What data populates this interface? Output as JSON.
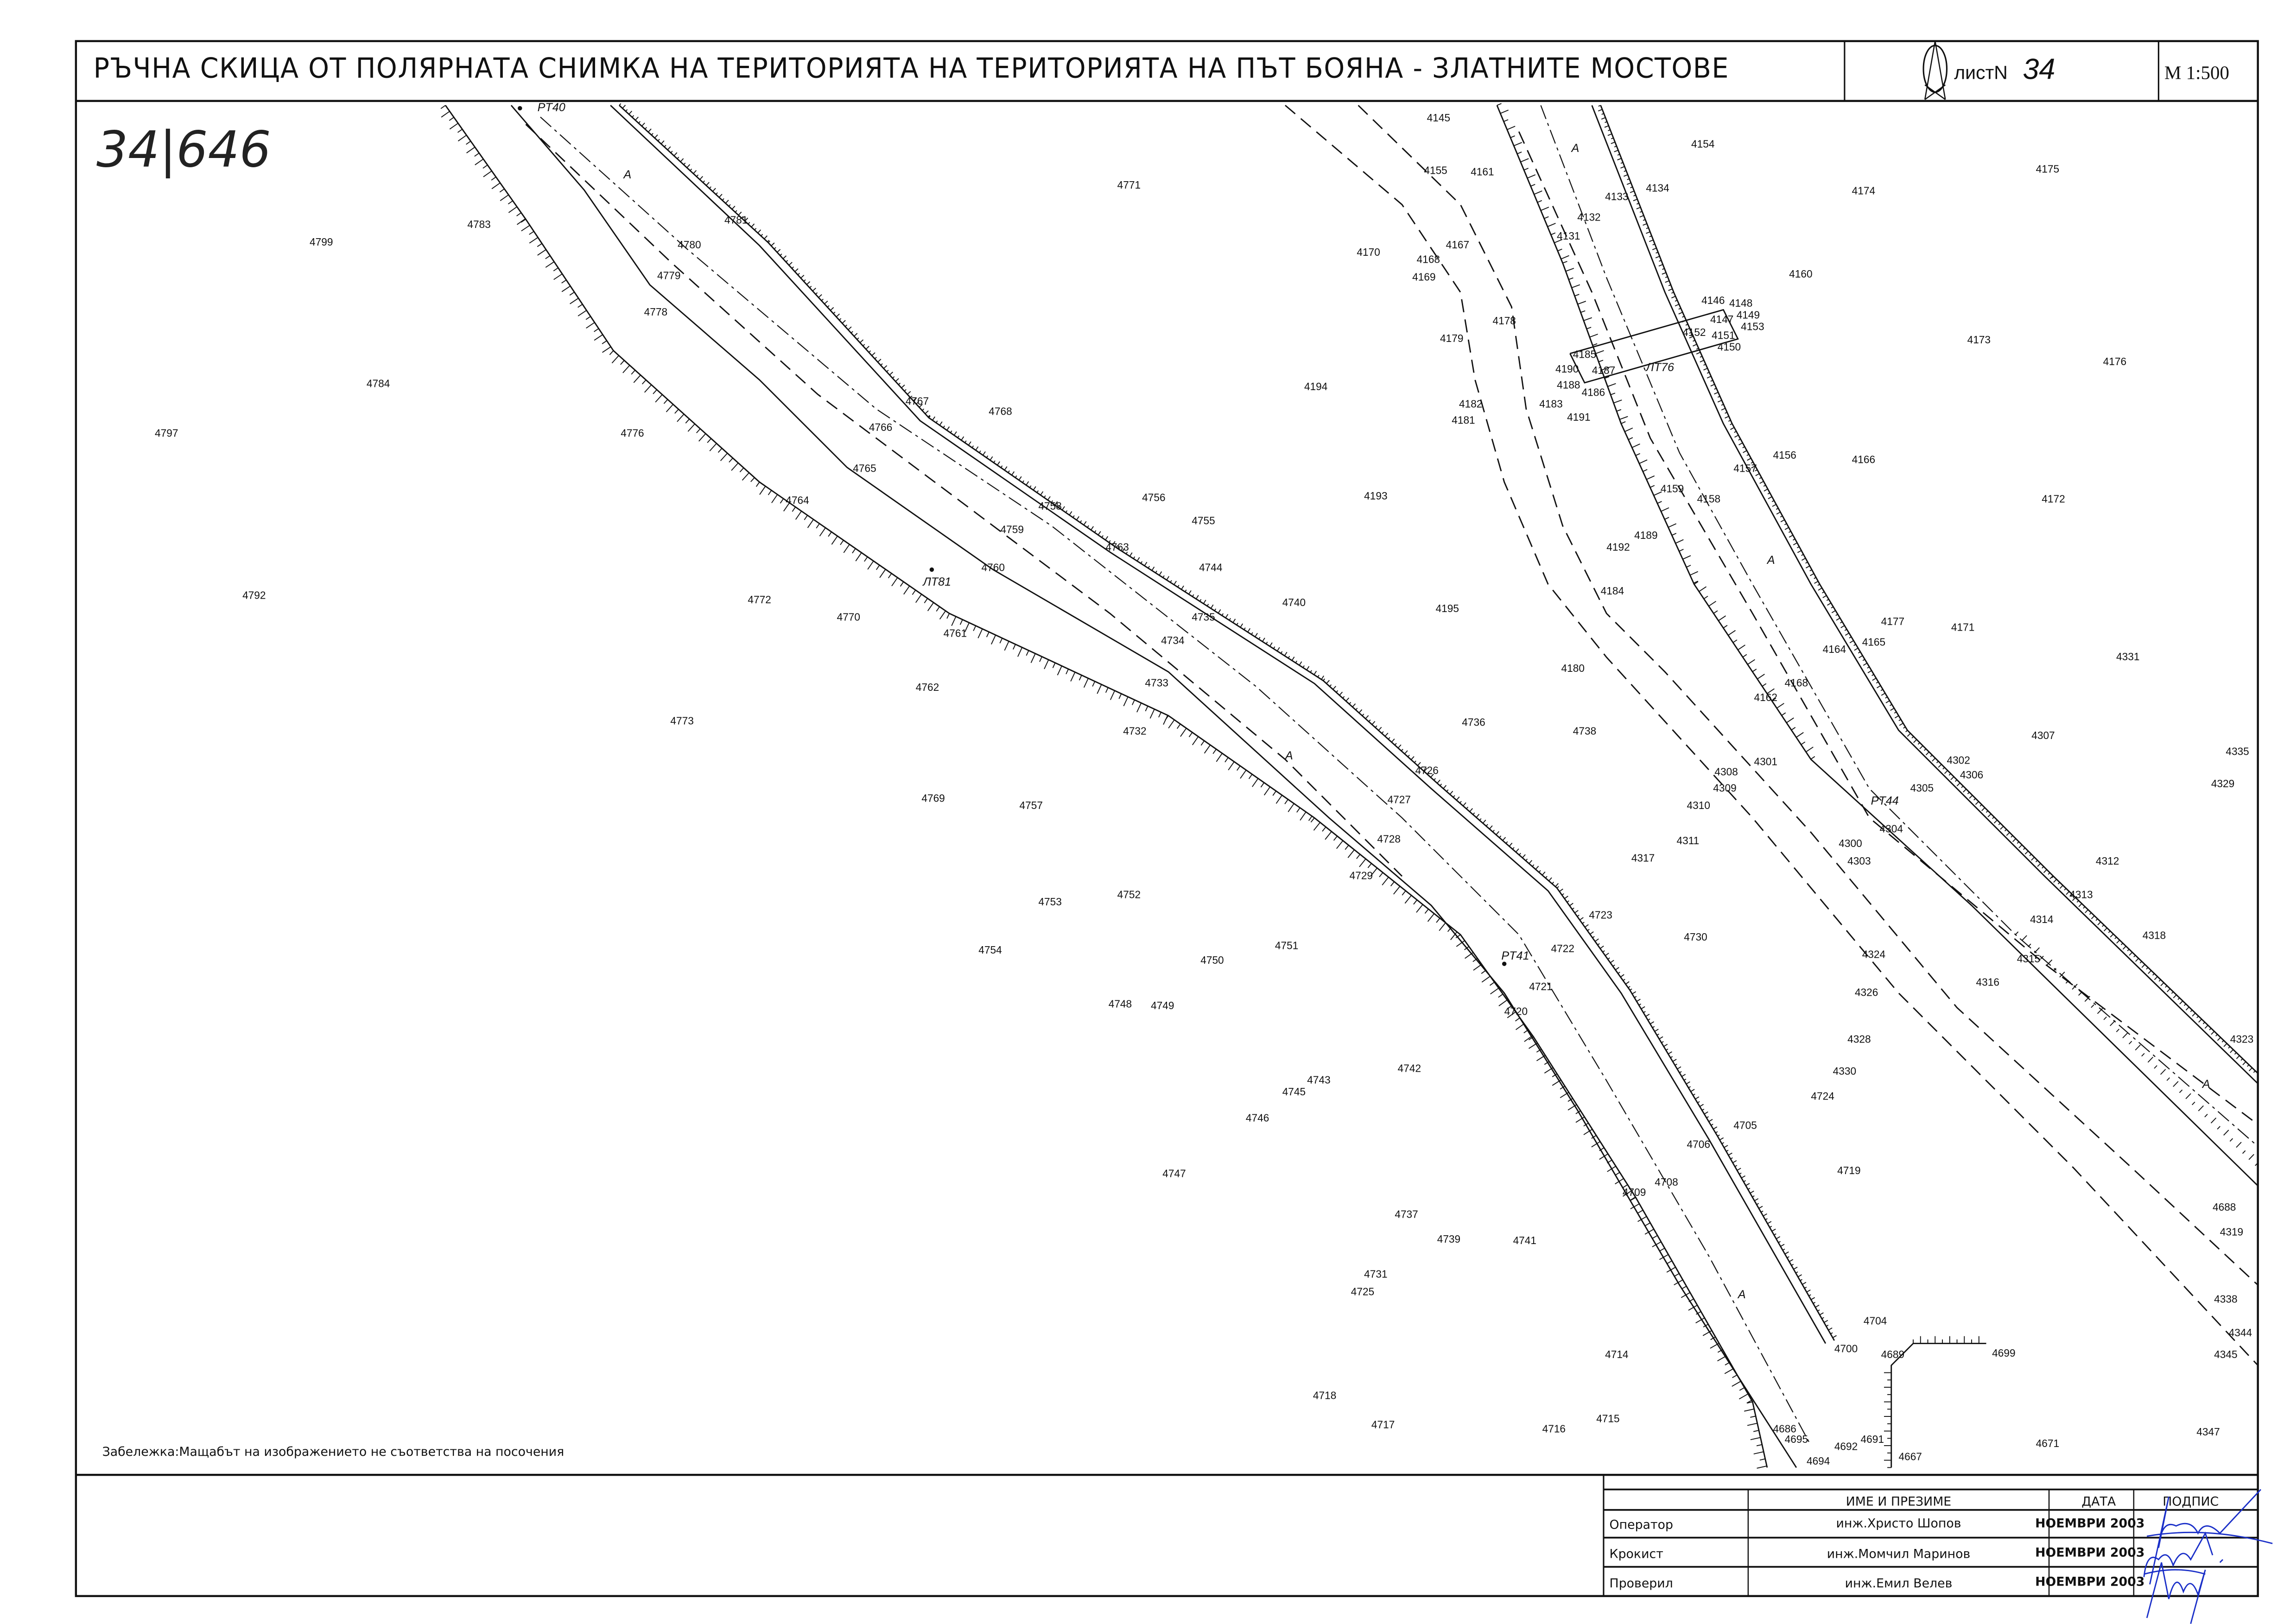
{
  "header": {
    "title": "РЪЧНА СКИЦА ОТ ПОЛЯРНАТА СНИМКА НА ТЕРИТОРИЯТА НА ТЕРИТОРИЯТА НА ПЪТ БОЯНА - ЗЛАТНИТЕ МОСТОВЕ",
    "sheet_label": "листN",
    "sheet_number": "34",
    "scale": "М 1:500"
  },
  "handwritten_sheet": "34|646",
  "note": "Забележка:Мащабът на изображението не съответства на посочения",
  "stations": [
    "PT40",
    "ЛТ81",
    "PT41",
    "ЛТ76",
    "PT44"
  ],
  "road_marker": "А",
  "point_labels": [
    "4145",
    "4155",
    "4161",
    "4154",
    "4175",
    "4174",
    "4771",
    "4134",
    "4133",
    "4132",
    "4131",
    "4167",
    "4170",
    "4168",
    "4169",
    "4160",
    "4783",
    "4781",
    "4780",
    "4799",
    "4779",
    "4778",
    "4146",
    "4148",
    "4149",
    "4147",
    "4153",
    "4152",
    "4151",
    "4150",
    "4178",
    "4179",
    "4185",
    "4173",
    "4176",
    "4190",
    "4187",
    "4188",
    "4186",
    "4194",
    "4182",
    "4183",
    "4181",
    "4191",
    "4784",
    "4767",
    "4768",
    "4797",
    "4776",
    "4766",
    "4156",
    "4157",
    "4166",
    "4765",
    "4159",
    "4158",
    "4193",
    "4172",
    "4764",
    "4756",
    "4758",
    "4755",
    "4759",
    "4189",
    "4192",
    "4763",
    "4744",
    "4760",
    "4184",
    "4792",
    "4772",
    "4740",
    "4195",
    "4735",
    "4770",
    "4177",
    "4171",
    "4165",
    "4164",
    "4761",
    "4734",
    "4331",
    "4180",
    "4168",
    "4762",
    "4733",
    "4162",
    "4773",
    "4736",
    "4738",
    "4732",
    "4307",
    "4335",
    "4302",
    "4306",
    "4301",
    "4726",
    "4308",
    "4309",
    "4305",
    "4329",
    "4727",
    "4310",
    "4769",
    "4757",
    "4304",
    "4728",
    "4311",
    "4300",
    "4317",
    "4303",
    "4312",
    "4729",
    "4313",
    "4752",
    "4753",
    "4723",
    "4314",
    "4318",
    "4730",
    "4751",
    "4722",
    "4754",
    "4324",
    "4750",
    "4315",
    "4316",
    "4721",
    "4326",
    "4748",
    "4749",
    "4720",
    "4328",
    "4323",
    "4742",
    "4330",
    "4743",
    "4745",
    "4724",
    "4746",
    "4705",
    "4706",
    "4719",
    "4747",
    "4708",
    "4709",
    "4688",
    "4737",
    "4319",
    "4739",
    "4741",
    "4731",
    "4725",
    "4338",
    "4704",
    "4344",
    "4700",
    "4689",
    "4699",
    "4714",
    "4345",
    "4718",
    "4715",
    "4717",
    "4716",
    "4347",
    "4686",
    "4695",
    "4691",
    "4692",
    "4671",
    "4694",
    "4667"
  ],
  "signature_table": {
    "headers": [
      "ИМЕ И ПРЕЗИМЕ",
      "ДАТА",
      "ПОДПИС"
    ],
    "rows": [
      {
        "role": "Оператор",
        "name": "инж.Христо Шопов",
        "date": "НОЕМВРИ 2003"
      },
      {
        "role": "Крокист",
        "name": "инж.Момчил Маринов",
        "date": "НОЕМВРИ 2003"
      },
      {
        "role": "Проверил",
        "name": "инж.Емил Велев",
        "date": "НОЕМВРИ 2003"
      }
    ]
  },
  "colors": {
    "ink": "#111111",
    "signature": "#1a2fc8"
  }
}
